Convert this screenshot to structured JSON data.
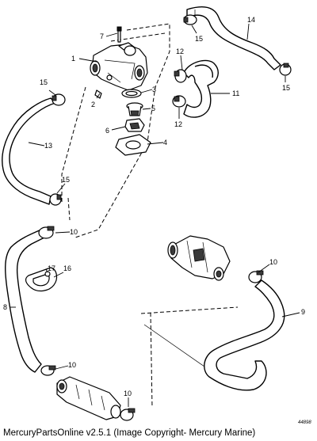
{
  "callouts": [
    {
      "id": "c1",
      "label": "1"
    },
    {
      "id": "c2",
      "label": "2"
    },
    {
      "id": "c3",
      "label": "3"
    },
    {
      "id": "c4",
      "label": "4"
    },
    {
      "id": "c5",
      "label": "5"
    },
    {
      "id": "c6",
      "label": "6"
    },
    {
      "id": "c7",
      "label": "7"
    },
    {
      "id": "c8",
      "label": "8"
    },
    {
      "id": "c9",
      "label": "9"
    },
    {
      "id": "c10a",
      "label": "10"
    },
    {
      "id": "c10b",
      "label": "10"
    },
    {
      "id": "c10c",
      "label": "10"
    },
    {
      "id": "c10d",
      "label": "10"
    },
    {
      "id": "c11",
      "label": "11"
    },
    {
      "id": "c12a",
      "label": "12"
    },
    {
      "id": "c12b",
      "label": "12"
    },
    {
      "id": "c13",
      "label": "13"
    },
    {
      "id": "c14",
      "label": "14"
    },
    {
      "id": "c15a",
      "label": "15"
    },
    {
      "id": "c15b",
      "label": "15"
    },
    {
      "id": "c15c",
      "label": "15"
    },
    {
      "id": "c15d",
      "label": "15"
    },
    {
      "id": "c16",
      "label": "16"
    },
    {
      "id": "c17",
      "label": "17"
    }
  ],
  "figure_ref": "44898",
  "footer": "MercuryPartsOnline v2.5.1 (Image Copyright- Mercury Marine)"
}
